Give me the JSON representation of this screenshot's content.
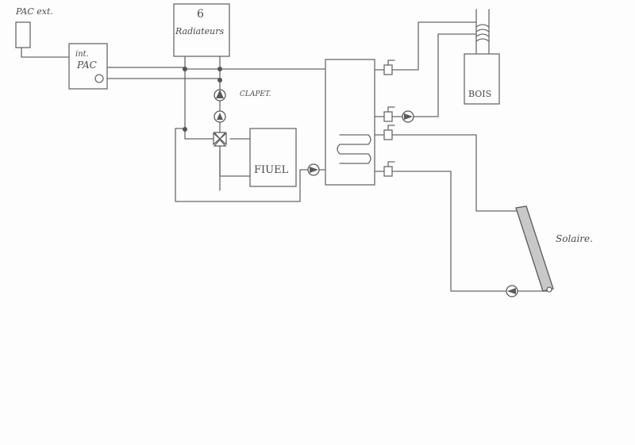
{
  "labels": {
    "pac_ext": "PAC ext.",
    "pac_int_line1": "int.",
    "pac_int_line2": "PAC",
    "radiators_count": "6",
    "radiators_text": "Radiateurs",
    "clapet": "CLAPET.",
    "fuel": "FIUEL",
    "bois": "BOIS",
    "solaire": "Solaire."
  },
  "colors": {
    "ink": "#6a6a6a",
    "paper": "#fdfdfd",
    "text": "#4a4a4a"
  }
}
